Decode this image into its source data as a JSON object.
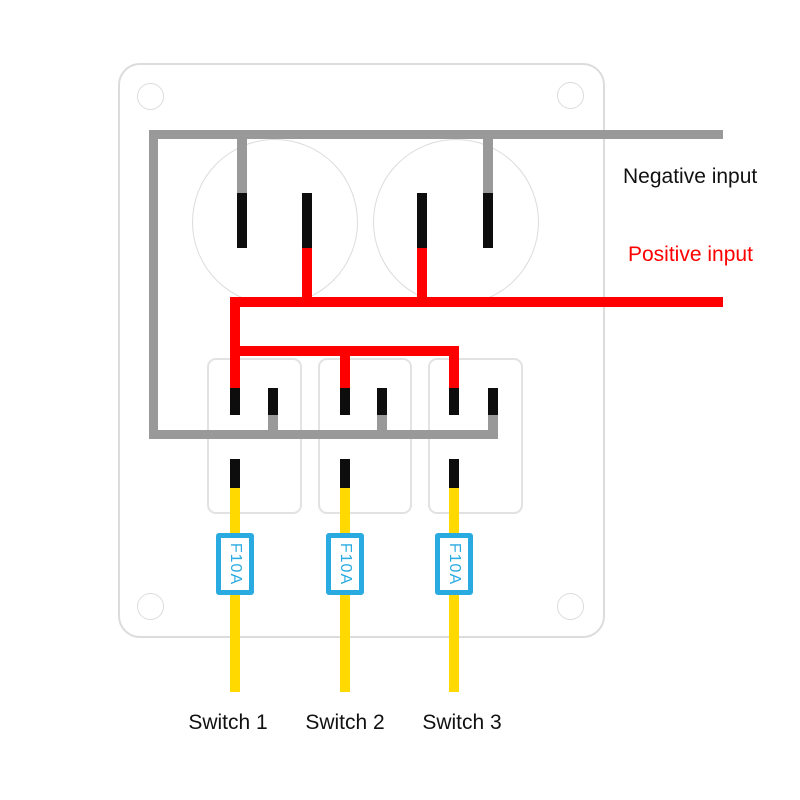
{
  "panel": {
    "inputs": {
      "negative_label": "Negative input",
      "positive_label": "Positive input"
    },
    "circuits": [
      {
        "switch_label": "Switch 1",
        "fuse_label": "F10A"
      },
      {
        "switch_label": "Switch 2",
        "fuse_label": "F10A"
      },
      {
        "switch_label": "Switch 3",
        "fuse_label": "F10A"
      }
    ]
  },
  "colors": {
    "wire-negative": "#999999",
    "wire-positive": "#ff0000",
    "wire-load": "#ffd900",
    "terminal": "#0d0d0d",
    "fuse-blue": "#29abe2",
    "outline": "#dcdcdc",
    "label-black": "#111111"
  }
}
